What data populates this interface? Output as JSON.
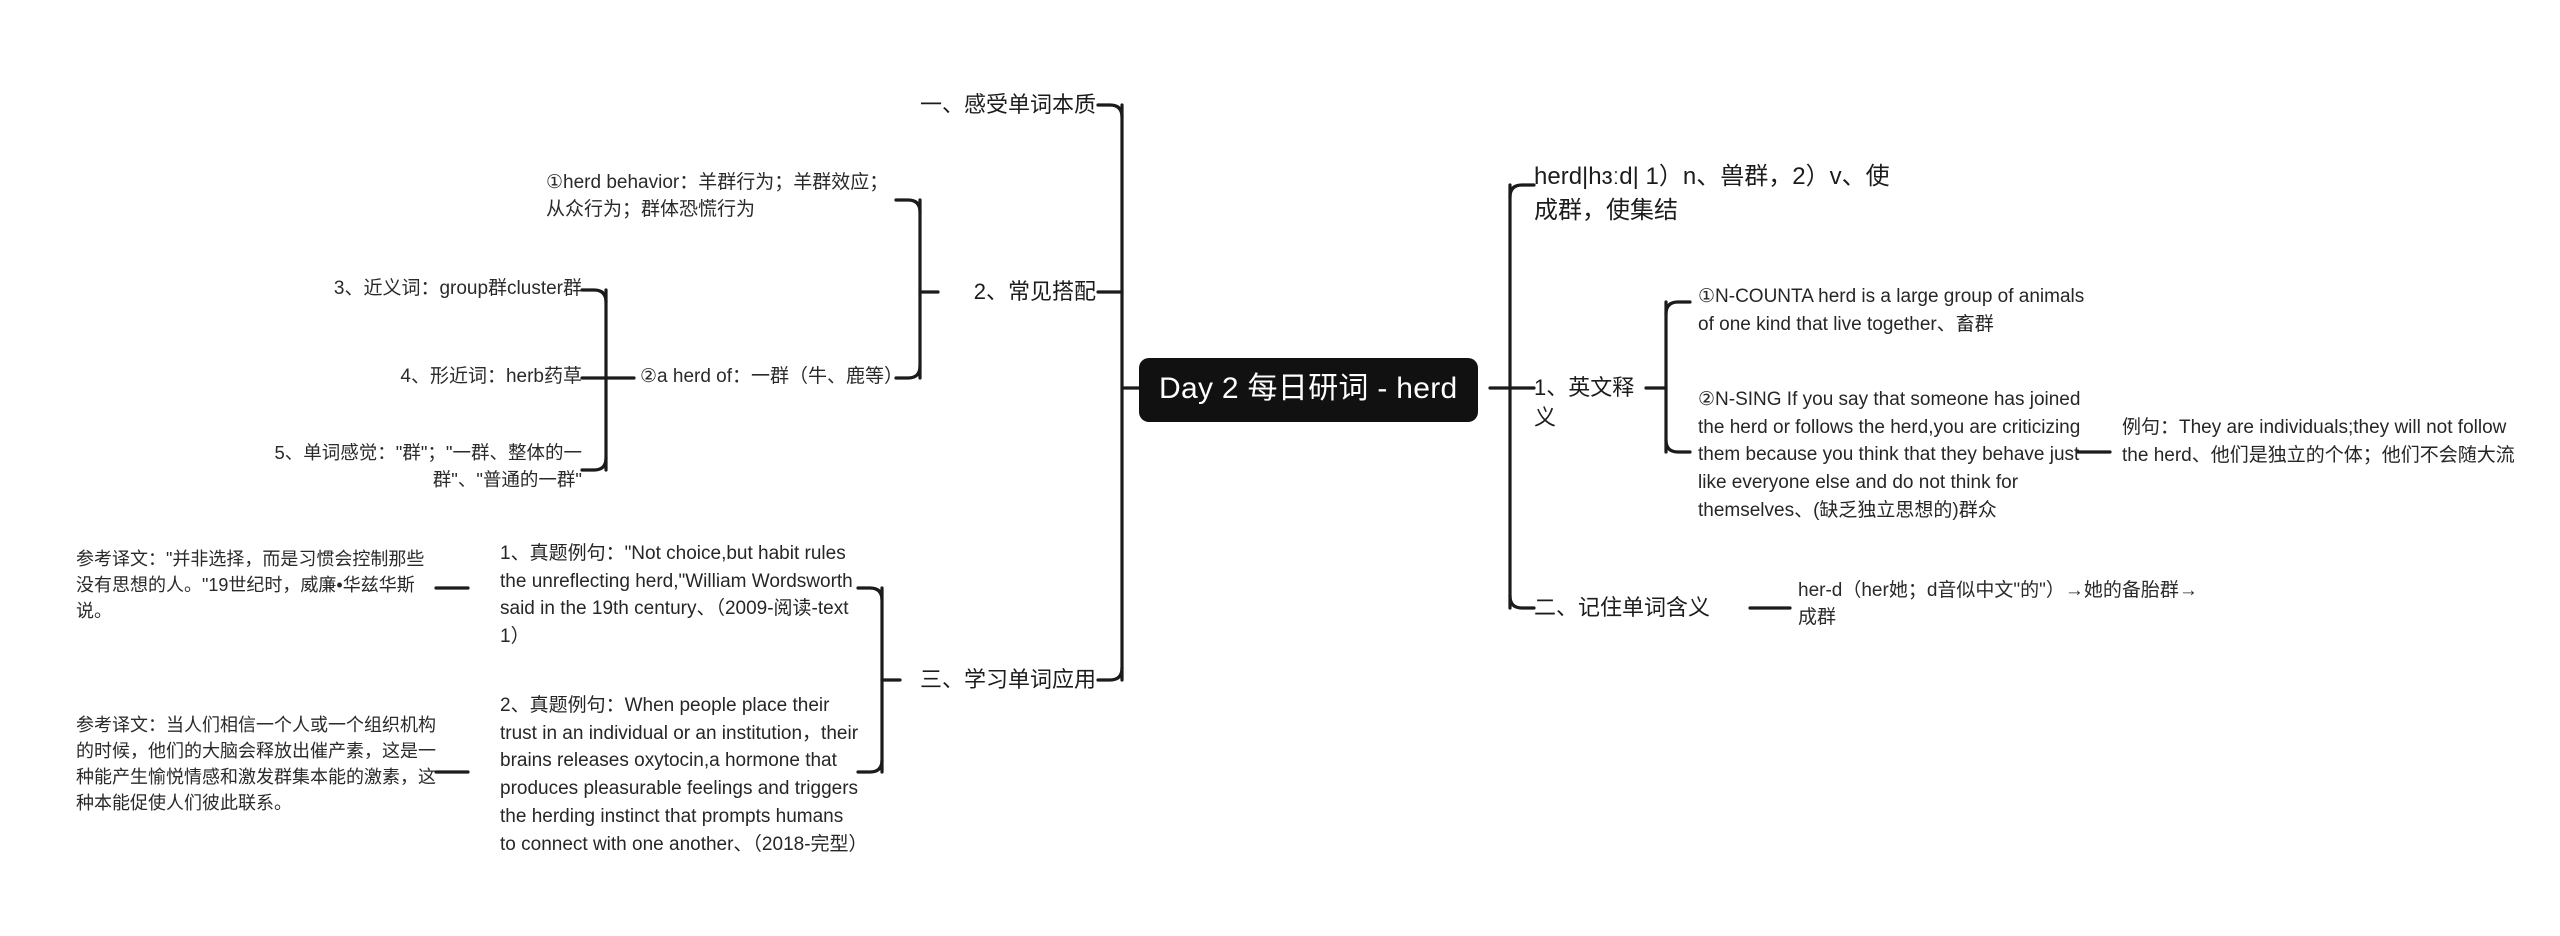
{
  "mindmap": {
    "title": "Day 2 每日研词 - herd",
    "root_label": "Day 2 每日研词 - herd",
    "accent_color": "#111111",
    "line_color": "#1b1b1b",
    "background_color": "#ffffff",
    "branches": {
      "b1": "一、感受单词本质",
      "b2": "2、常见搭配",
      "b3": "三、学习单词应用",
      "b4": "1、英文释义",
      "b5": "二、记住单词含义"
    },
    "left": {
      "collocation_1": "①herd behavior：羊群行为；羊群效应；从众行为；群体恐慌行为",
      "collocation_2": "②a herd of：一群（牛、鹿等）",
      "synonyms": "3、近义词：group群cluster群",
      "similar_words": "4、形近词：herb药草",
      "word_feel": "5、单词感觉：\"群\"；\"一群、整体的一群\"、\"普通的一群\"",
      "example_1": "1、真题例句：\"Not choice,but habit rules the unreflecting herd,\"William Wordsworth said in the 19th century、（2009-阅读-text 1）",
      "translation_1": "参考译文：\"并非选择，而是习惯会控制那些没有思想的人。\"19世纪时，威廉•华兹华斯说。",
      "example_2": "2、真题例句：When people place their trust in an individual or an institution，their brains releases oxytocin,a hormone that produces pleasurable feelings and triggers the herding instinct that prompts humans to connect with one another、（2018-完型）",
      "translation_2": "参考译文：当人们相信一个人或一个组织机构的时候，他们的大脑会释放出催产素，这是一种能产生愉悦情感和激发群集本能的激素，这种本能促使人们彼此联系。"
    },
    "right": {
      "headword": "herd|hɜːd| 1）n、兽群，2）v、使成群，使集结",
      "definition_1": "①N-COUNTA herd is a large group of animals of one kind that live together、畜群",
      "definition_2": "②N-SING If you say that someone has joined the herd or follows the herd,you are criticizing them because you think that they behave just like everyone else and do not think for themselves、(缺乏独立思想的)群众",
      "example_sentence": "例句：They are individuals;they will not follow the herd、他们是独立的个体；他们不会随大流",
      "mnemonic": "her-d（her她；d音似中文\"的\"）→她的备胎群→成群"
    }
  }
}
